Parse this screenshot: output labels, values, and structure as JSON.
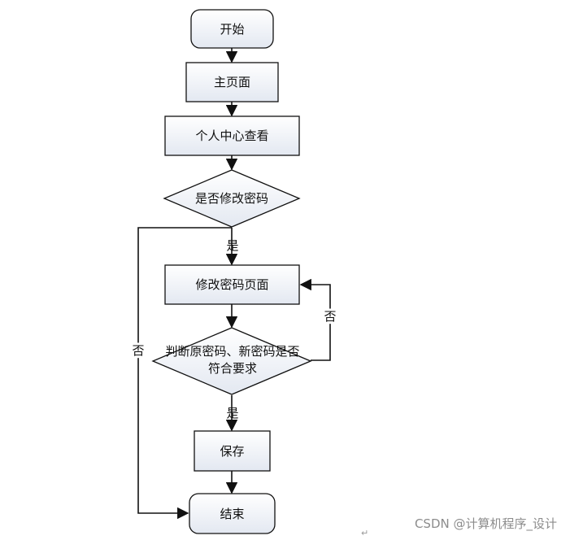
{
  "flowchart": {
    "start": "开始",
    "home_page": "主页面",
    "profile_view": "个人中心查看",
    "change_password_question": "是否修改密码",
    "change_password_page": "修改密码页面",
    "validate_line1": "判断原密码、新密码是否",
    "validate_line2": "符合要求",
    "save": "保存",
    "end": "结束",
    "label_yes_1": "是",
    "label_no_left": "否",
    "label_no_right": "否",
    "label_yes_2": "是"
  },
  "colors": {
    "node_fill_top": "#ffffff",
    "node_fill_bottom": "#e3e8f1",
    "stroke": "#111111"
  },
  "watermark": {
    "text": "CSDN @计算机程序_设计",
    "mark": "↵"
  }
}
